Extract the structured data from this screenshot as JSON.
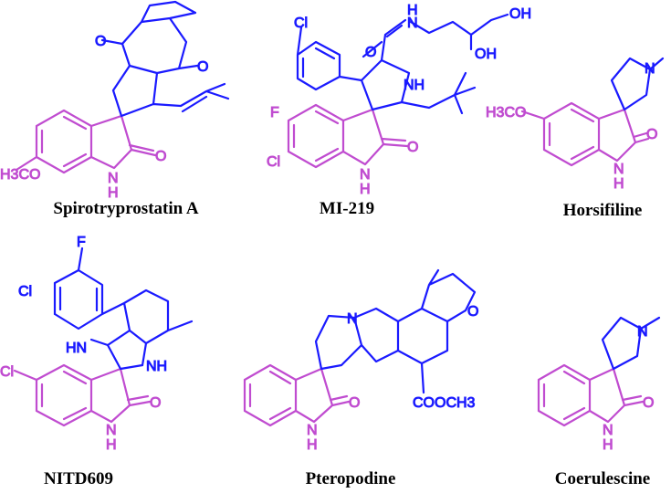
{
  "compounds": [
    {
      "name": "Spirotryprostatin A",
      "labels": {
        "o1": "O",
        "o2": "O",
        "h3co": "H3CO",
        "o3": "O",
        "nh": "N",
        "h": "H"
      }
    },
    {
      "name": "MI-219",
      "labels": {
        "cl1": "Cl",
        "o1": "O",
        "nh1": "N",
        "h1": "H",
        "oh1": "OH",
        "oh2": "OH",
        "nh2": "NH",
        "f": "F",
        "cl2": "Cl",
        "o2": "O",
        "nh3": "N",
        "h3": "H"
      }
    },
    {
      "name": "Horsifiline",
      "labels": {
        "n": "N",
        "h3co": "H3CO",
        "o": "O",
        "nh": "N",
        "h": "H"
      }
    },
    {
      "name": "NITD609",
      "labels": {
        "f": "F",
        "cl1": "Cl",
        "hn": "HN",
        "nh1": "NH",
        "cl2": "Cl",
        "o": "O",
        "nh2": "N",
        "h": "H"
      }
    },
    {
      "name": "Pteropodine",
      "labels": {
        "n": "N",
        "o1": "O",
        "o2": "O",
        "ester": "COOCH3",
        "nh": "N",
        "h": "H"
      }
    },
    {
      "name": "Coerulescine",
      "labels": {
        "n": "N",
        "o": "O",
        "nh": "N",
        "h": "H"
      }
    }
  ],
  "colors": {
    "new_ring": "#1a1aff",
    "oxindole_core": "#c04cd0",
    "caption": "#000000"
  }
}
